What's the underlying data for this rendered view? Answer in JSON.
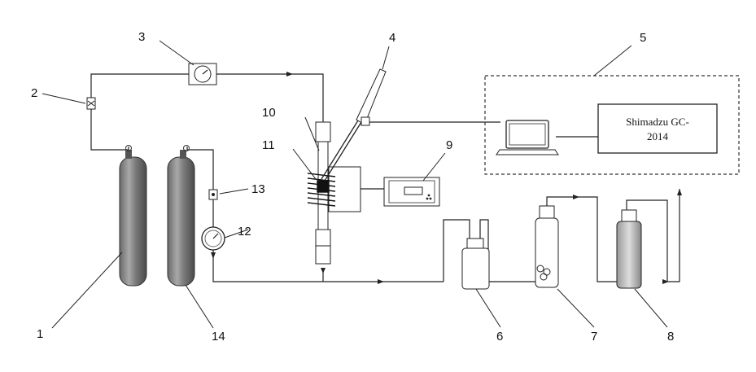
{
  "callouts": {
    "n1": "1",
    "n2": "2",
    "n3": "3",
    "n4": "4",
    "n5": "5",
    "n6": "6",
    "n7": "7",
    "n8": "8",
    "n9": "9",
    "n10": "10",
    "n11": "11",
    "n12": "12",
    "n13": "13",
    "n14": "14"
  },
  "gc_box": {
    "line1": "Shimadzu GC-",
    "line2": "2014"
  },
  "icons": {
    "cylinder": "gas-cylinder-icon",
    "gauge": "pressure-gauge-icon",
    "valve": "valve-icon",
    "laptop": "laptop-icon",
    "bottle": "bottle-icon",
    "controller": "temperature-controller-icon",
    "thermocouple": "thermocouple-icon",
    "reactor": "reactor-tube-icon"
  }
}
